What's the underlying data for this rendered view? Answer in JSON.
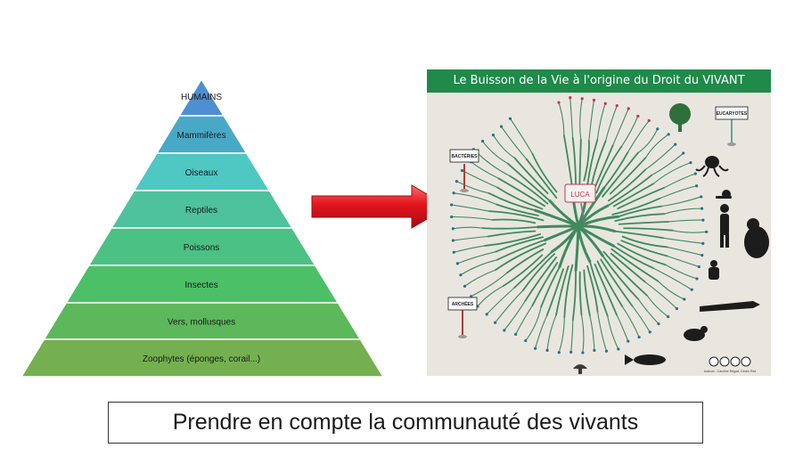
{
  "pyramid": {
    "tiers": [
      {
        "label": "HUMAINS",
        "color": "#4f8fcf"
      },
      {
        "label": "Mammifères",
        "color": "#48a9c6"
      },
      {
        "label": "Oiseaux",
        "color": "#4fc7c3"
      },
      {
        "label": "Reptiles",
        "color": "#4dc29c"
      },
      {
        "label": "Poissons",
        "color": "#4bc184"
      },
      {
        "label": "Insectes",
        "color": "#4cc067"
      },
      {
        "label": "Vers, mollusques",
        "color": "#5cb85a"
      },
      {
        "label": "Zoophytes (éponges, corail...)",
        "color": "#74b050"
      }
    ]
  },
  "arrow": {
    "color": "#e3141c"
  },
  "bush_image": {
    "title": "Le Buisson de la Vie à l'origine du Droit du VIVANT",
    "sign_bacteries": "BACTÉRIES",
    "sign_eucaryotes": "EUCARYOTES",
    "sign_archees": "ARCHÉES",
    "luca": "LUCA",
    "credit": "Auteurs : Caroline Régad, Cédric Riot",
    "license_icons": [
      "cc-icon",
      "by-icon",
      "nc-icon",
      "sa-icon"
    ]
  },
  "caption": "Prendre en compte la communauté des vivants"
}
